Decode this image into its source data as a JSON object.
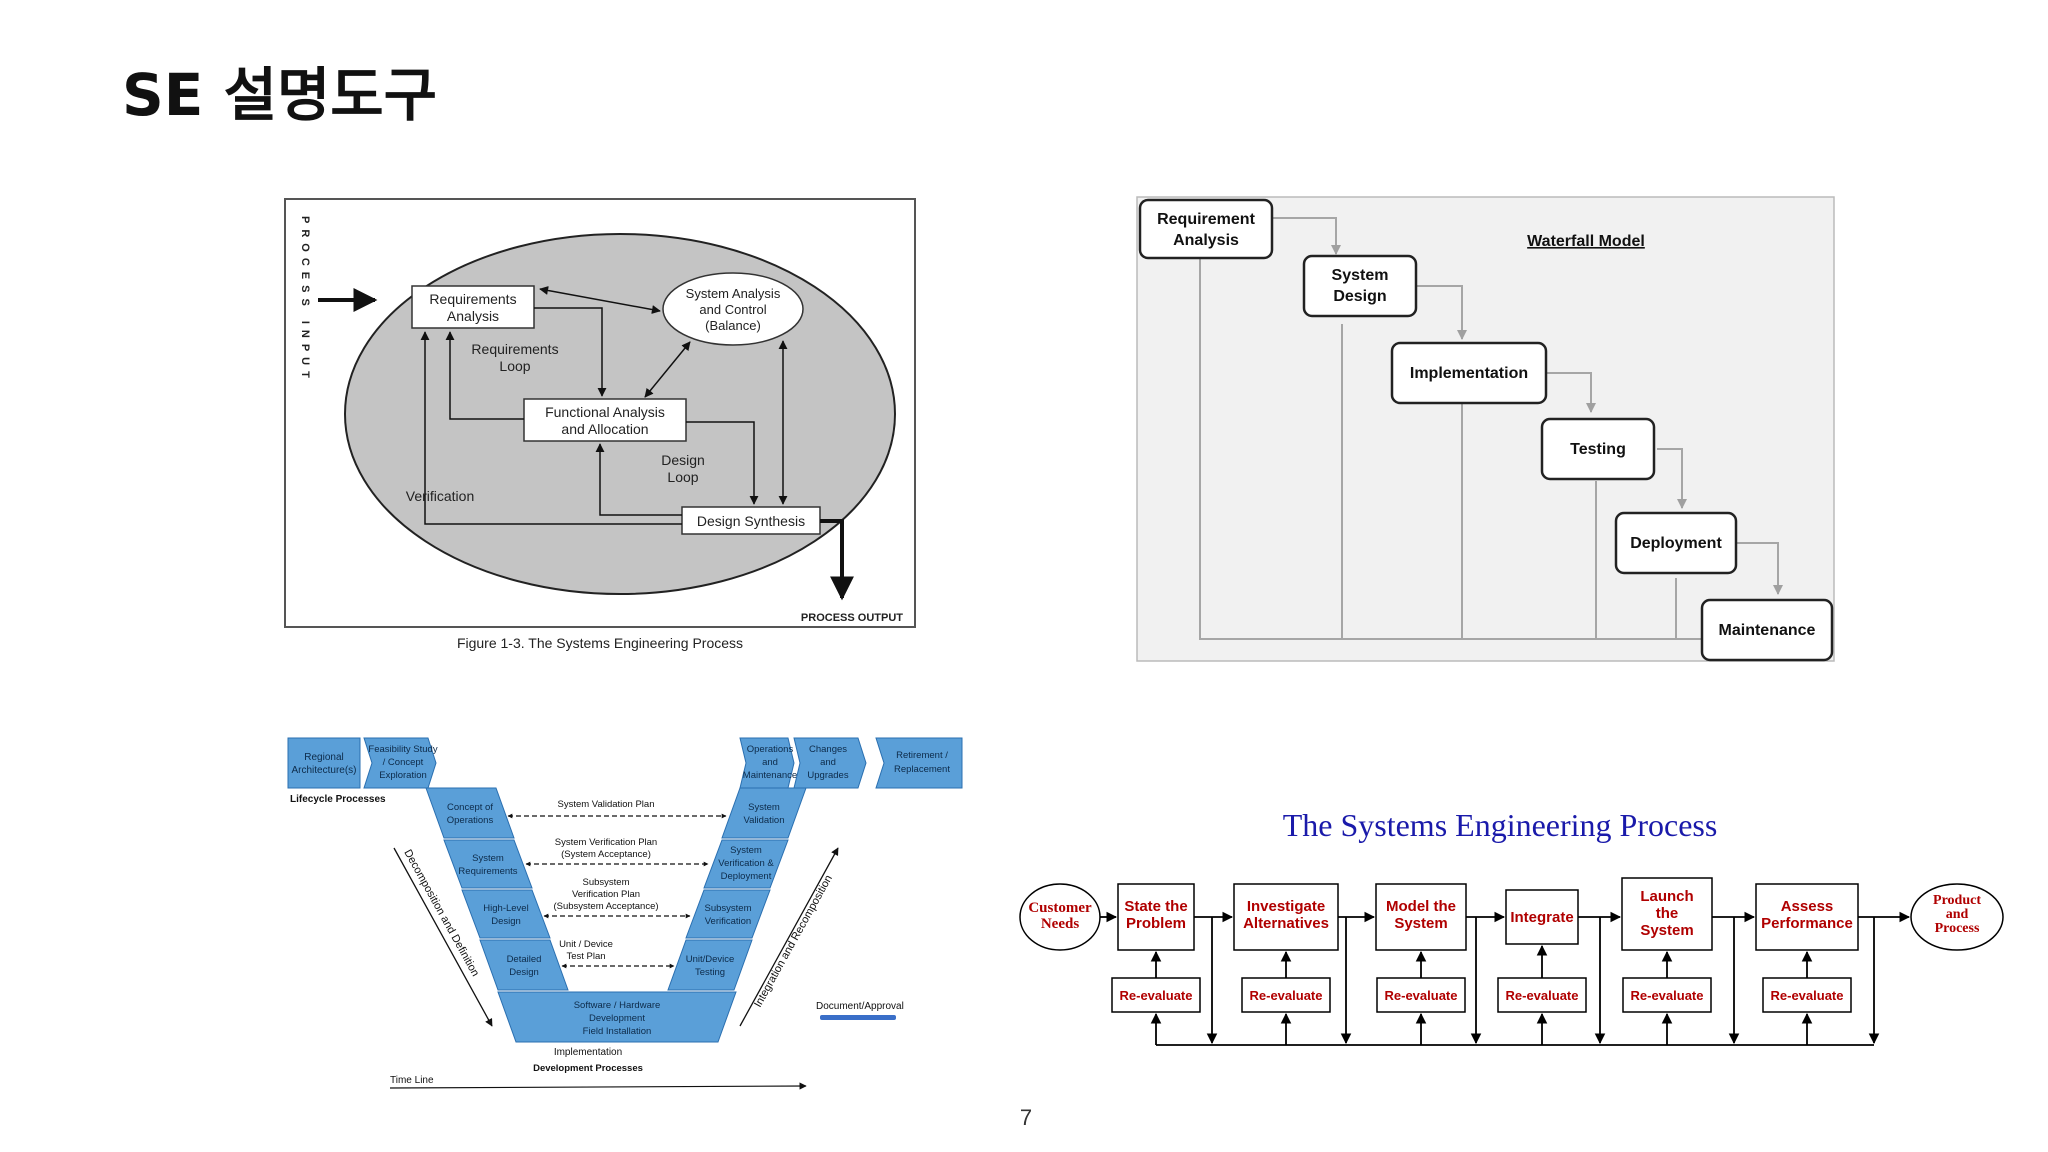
{
  "slide": {
    "title": "SE 설명도구",
    "page_number": "7"
  },
  "se_process_figure": {
    "process_input": "PROCESS INPUT",
    "process_output": "PROCESS OUTPUT",
    "requirements_analysis": [
      "Requirements",
      "Analysis"
    ],
    "system_analysis": [
      "System Analysis",
      "and Control",
      "(Balance)"
    ],
    "requirements_loop": [
      "Requirements",
      "Loop"
    ],
    "functional_analysis": [
      "Functional Analysis",
      "and Allocation"
    ],
    "design_loop": [
      "Design",
      "Loop"
    ],
    "verification": "Verification",
    "design_synthesis": "Design Synthesis",
    "caption": "Figure 1-3. The Systems Engineering Process"
  },
  "waterfall": {
    "title": "Waterfall Model",
    "steps": [
      [
        "Requirement",
        "Analysis"
      ],
      [
        "System",
        "Design"
      ],
      [
        "Implementation"
      ],
      [
        "Testing"
      ],
      [
        "Deployment"
      ],
      [
        "Maintenance"
      ]
    ]
  },
  "vee": {
    "top_left": [
      [
        "Regional",
        "Architecture(s)"
      ],
      [
        "Feasibility Study",
        "/ Concept",
        "Exploration"
      ]
    ],
    "top_right": [
      [
        "Operations",
        "and",
        "Maintenance"
      ],
      [
        "Changes",
        "and",
        "Upgrades"
      ],
      [
        "Retirement /",
        "Replacement"
      ]
    ],
    "lifecycle_label": "Lifecycle Processes",
    "left_steps": [
      [
        "Concept of",
        "Operations"
      ],
      [
        "System",
        "Requirements"
      ],
      [
        "High-Level",
        "Design"
      ],
      [
        "Detailed",
        "Design"
      ]
    ],
    "right_steps": [
      [
        "System",
        "Validation"
      ],
      [
        "System",
        "Verification &",
        "Deployment"
      ],
      [
        "Subsystem",
        "Verification"
      ],
      [
        "Unit/Device",
        "Testing"
      ]
    ],
    "bottom_step": [
      "Software / Hardware",
      "Development",
      "Field Installation"
    ],
    "plans": [
      [
        "System Validation Plan"
      ],
      [
        "System Verification Plan",
        "(System Acceptance)"
      ],
      [
        "Subsystem",
        "Verification Plan",
        "(Subsystem Acceptance)"
      ],
      [
        "Unit / Device",
        "Test Plan"
      ]
    ],
    "left_axis": "Decomposition and Definition",
    "right_axis": "Integration and Recomposition",
    "implementation": "Implementation",
    "development_label": "Development Processes",
    "time_line": "Time Line",
    "legend": "Document/Approval"
  },
  "sep_flow": {
    "title": "The Systems Engineering Process",
    "start": [
      "Customer",
      "Needs"
    ],
    "end": [
      "Product",
      "and",
      "Process"
    ],
    "steps": [
      [
        "State the",
        "Problem"
      ],
      [
        "Investigate",
        "Alternatives"
      ],
      [
        "Model the",
        "System"
      ],
      [
        "Integrate"
      ],
      [
        "Launch",
        "the",
        "System"
      ],
      [
        "Assess",
        "Performance"
      ]
    ],
    "reevaluate": "Re-evaluate"
  },
  "colors": {
    "vee_blue": "#5a9fd8",
    "sep_red": "#b00000",
    "sep_title_blue": "#1a1aaa",
    "ellipse_gray": "#c4c4c4"
  }
}
